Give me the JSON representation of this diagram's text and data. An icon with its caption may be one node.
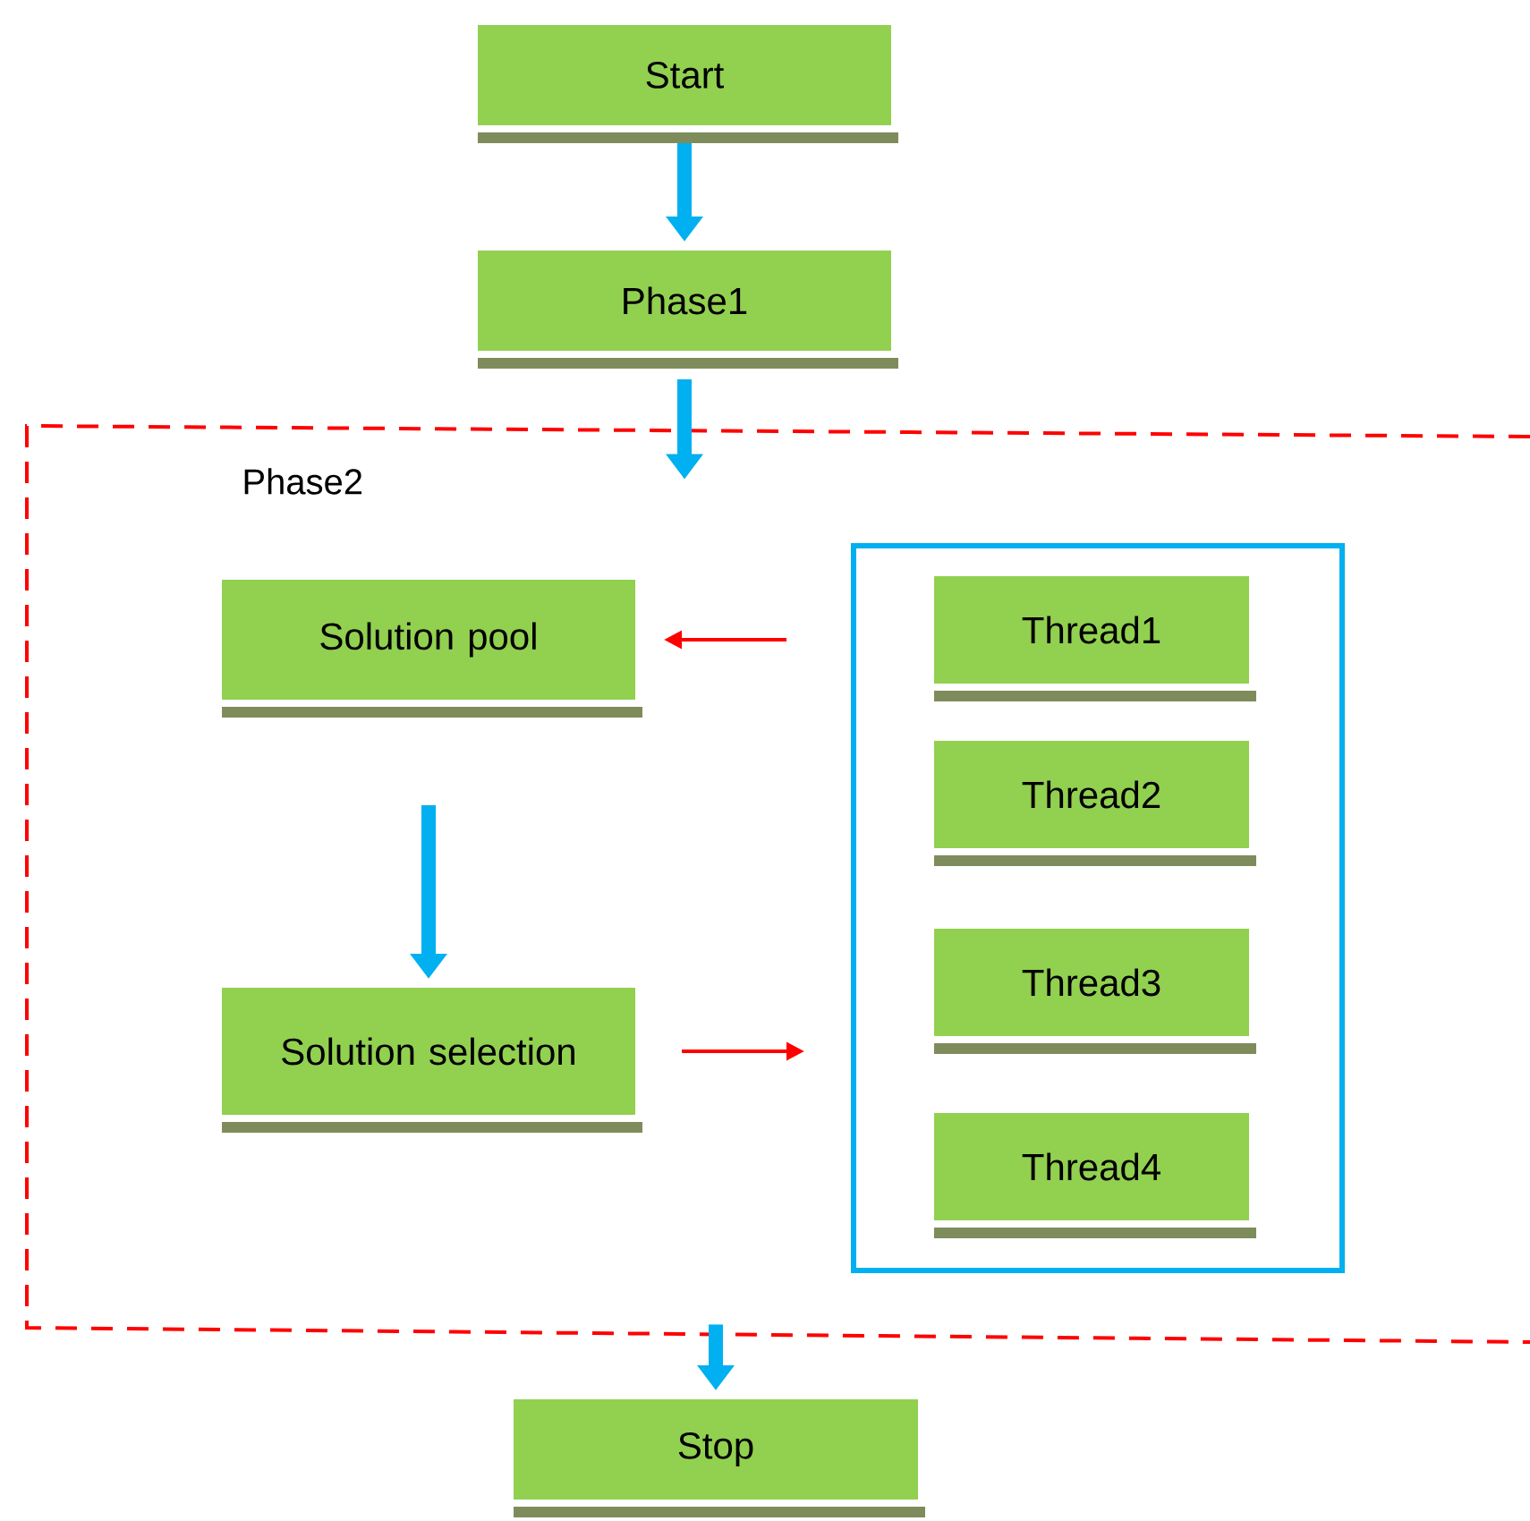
{
  "diagram": {
    "nodes": [
      {
        "text": [
          "Start"
        ]
      },
      {
        "text": [
          "Phase1"
        ]
      },
      {
        "text": [
          "Phase2"
        ]
      },
      {
        "text": [
          "Solution pool"
        ],
        "in": 2
      },
      {
        "text": [
          "Solution selection"
        ],
        "in": 2
      },
      {
        "text": [],
        "shape": "box",
        "in": 2
      },
      {
        "text": [
          "Thread1"
        ],
        "in": 5
      },
      {
        "text": [
          "Thread2"
        ],
        "in": 5
      },
      {
        "text": [
          "Thread3"
        ],
        "in": 5
      },
      {
        "text": [
          "Thread4"
        ],
        "in": 5
      },
      {
        "text": [
          "Stop"
        ]
      }
    ],
    "edges": [
      {
        "from": 0,
        "to": 1,
        "arrow": "to"
      },
      {
        "from": 1,
        "to": 2,
        "arrow": "to"
      },
      {
        "from": 5,
        "to": 3,
        "arrow": "to",
        "color": "#ff0000"
      },
      {
        "from": 3,
        "to": 4,
        "arrow": "to"
      },
      {
        "from": 4,
        "to": 5,
        "arrow": "to",
        "color": "#ff0000"
      },
      {
        "from": 2,
        "to": 10,
        "arrow": "to"
      }
    ]
  }
}
